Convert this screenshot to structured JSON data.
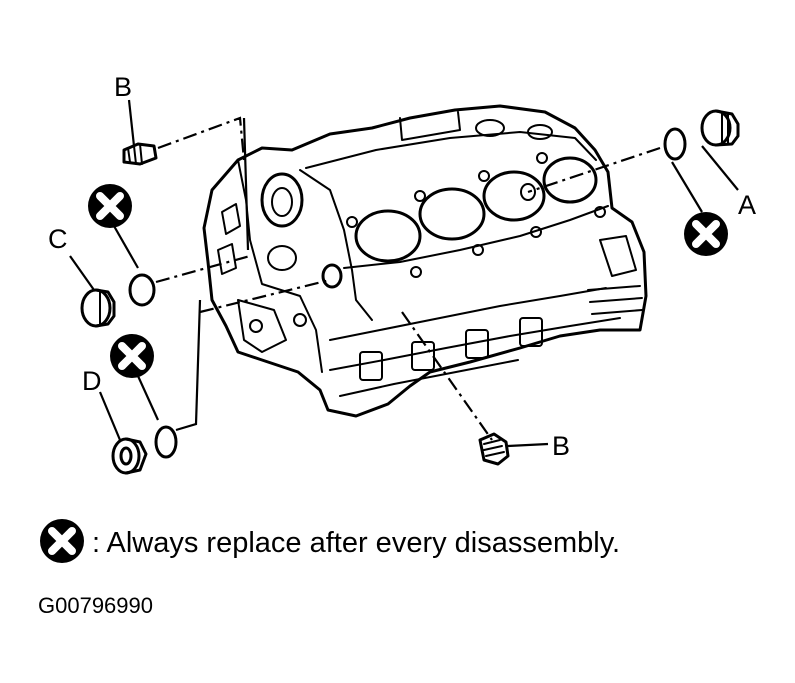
{
  "labels": {
    "a": "A",
    "b_top": "B",
    "b_bottom": "B",
    "c": "C",
    "d": "D"
  },
  "legend": {
    "icon": "x-circle-icon",
    "text": ": Always replace after every disassembly."
  },
  "figure_code": "G00796990",
  "colors": {
    "ink": "#000000",
    "paper": "#ffffff"
  }
}
